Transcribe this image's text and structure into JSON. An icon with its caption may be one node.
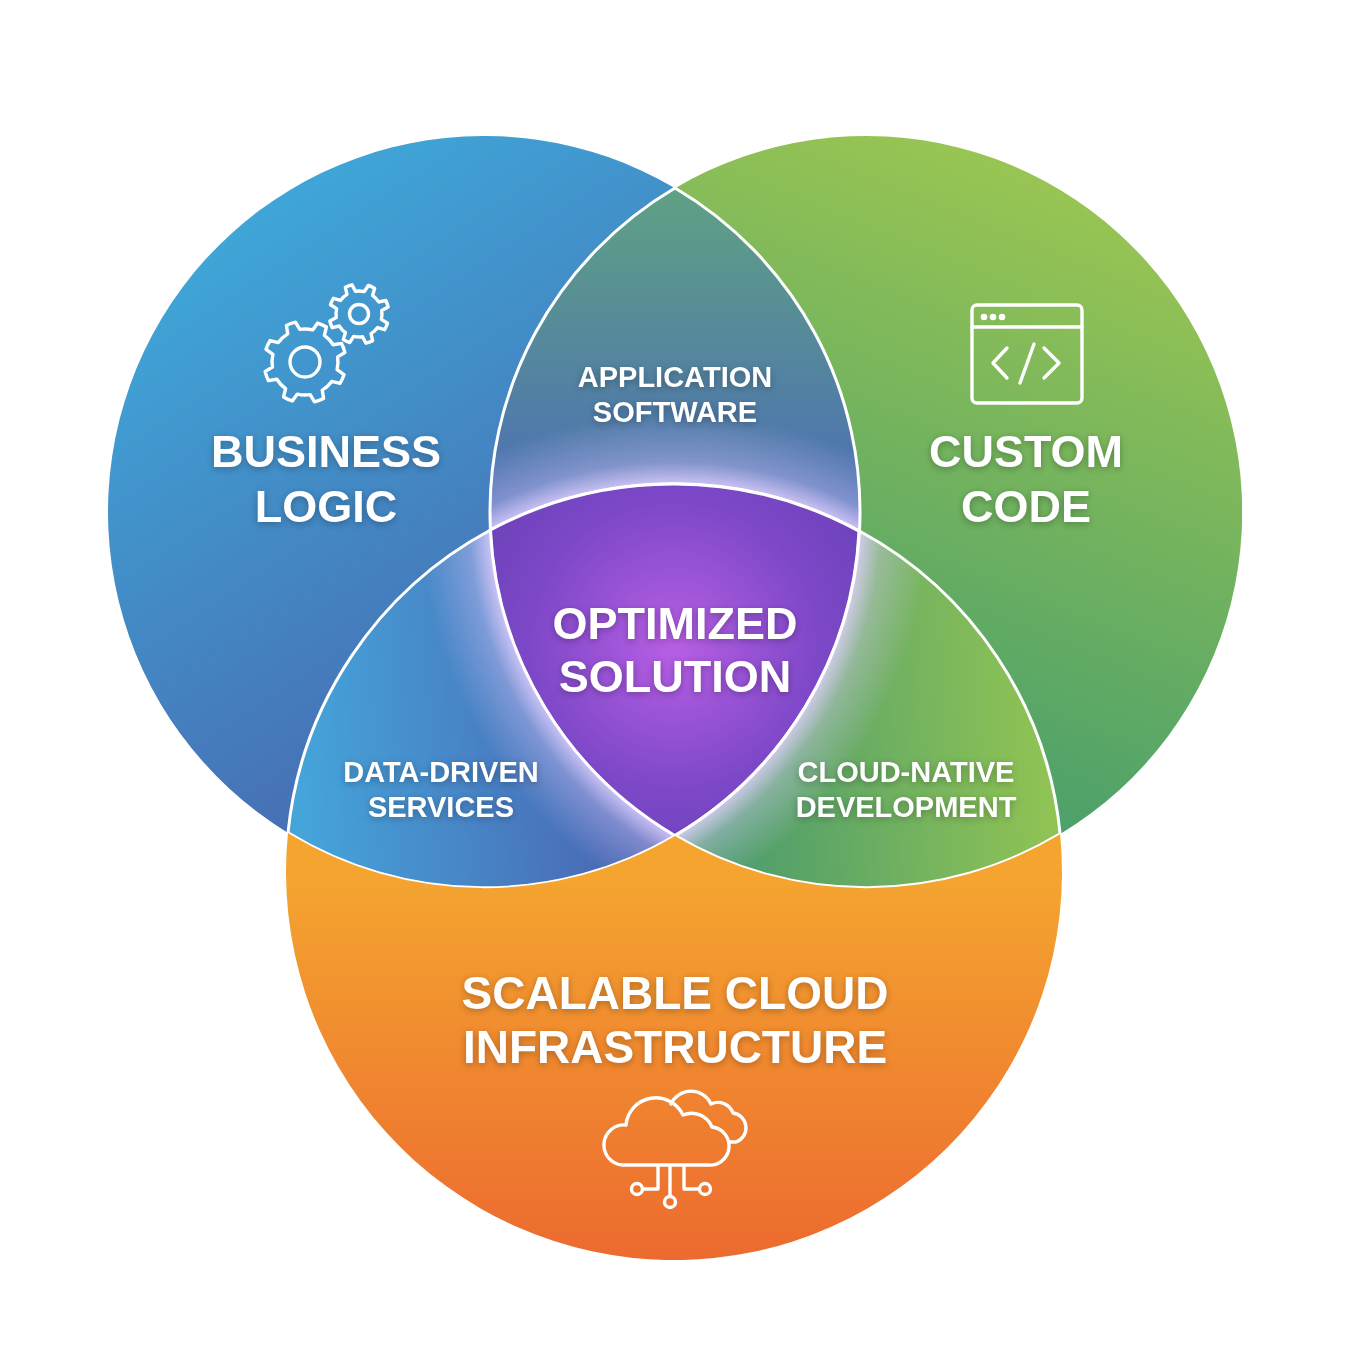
{
  "diagram": {
    "nodes": [
      {
        "text": [
          "BUSINESS LOGIC"
        ]
      },
      {
        "text": [
          "CUSTOM CODE"
        ]
      },
      {
        "text": [
          "APPLICATION SOFTWARE"
        ]
      },
      {
        "text": [
          "OPTIMIZED SOLUTION"
        ]
      },
      {
        "text": [
          "DATA-DRIVEN SERVICES"
        ]
      },
      {
        "text": [
          "CLOUD-NATIVE DEVELOPMENT"
        ]
      },
      {
        "text": [
          "SCALABLE CLOUD INFRASTRUCTURE"
        ]
      }
    ]
  }
}
